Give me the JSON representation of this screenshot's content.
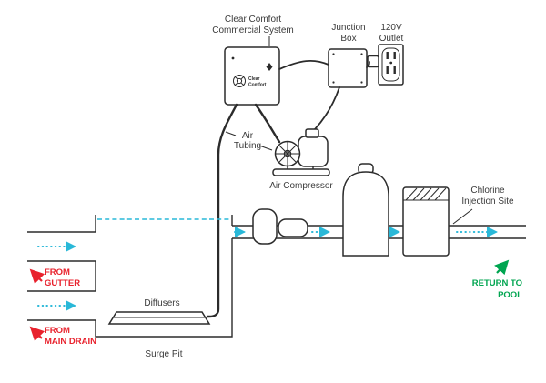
{
  "colors": {
    "line": "#2b2b2b",
    "text": "#3a3a3a",
    "flow": "#29b8d8",
    "inflow_red": "#e8222d",
    "return_green": "#00a550",
    "background": "#ffffff"
  },
  "labels": {
    "system": {
      "line1": "Clear Comfort",
      "line2": "Commercial System"
    },
    "logo": {
      "line1": "Clear",
      "line2": "Comfort"
    },
    "junction_box": {
      "line1": "Junction",
      "line2": "Box"
    },
    "outlet": {
      "line1": "120V",
      "line2": "Outlet"
    },
    "air_tubing": {
      "line1": "Air",
      "line2": "Tubing"
    },
    "air_compressor": "Air Compressor",
    "chlorine_injection": {
      "line1": "Chlorine",
      "line2": "Injection Site"
    },
    "diffusers": "Diffusers",
    "surge_pit": "Surge Pit",
    "from_gutter": {
      "line1": "FROM",
      "line2": "GUTTER"
    },
    "from_main_drain": {
      "line1": "FROM",
      "line2": "MAIN DRAIN"
    },
    "return_to_pool": {
      "line1": "RETURN TO",
      "line2": "POOL"
    }
  }
}
